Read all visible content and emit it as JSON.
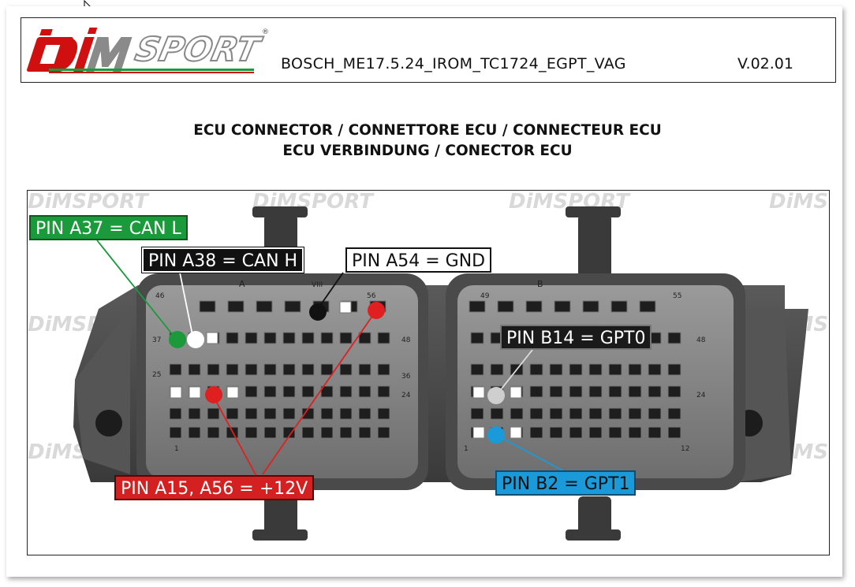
{
  "header": {
    "logo_text": "DiMSPORT",
    "document_title": "BOSCH_ME17.5.24_IROM_TC1724_EGPT_VAG",
    "version": "V.02.01"
  },
  "heading": {
    "line1": "ECU CONNECTOR / CONNETTORE ECU / CONNECTEUR ECU",
    "line2": "ECU VERBINDUNG / CONECTOR ECU"
  },
  "watermark_text": "DiMSPORT",
  "connector_marks": {
    "a_left_top": "46",
    "a_right_top": "56",
    "a_left_mid": "37",
    "a_right_mid": "48",
    "a_left_25": "25",
    "a_right_36": "36",
    "a_right_24": "24",
    "a_left_bottom": "1",
    "a_letter": "A",
    "a_viii": "VIII",
    "b_left_top": "49",
    "b_right_top": "55",
    "b_right_mid": "48",
    "b_right_24": "24",
    "b_left_bottom": "1",
    "b_right_bottom": "12",
    "b_letter": "B"
  },
  "pins": {
    "can_l": "PIN A37 = CAN L",
    "can_h": "PIN A38 = CAN H",
    "gnd": "PIN A54 = GND",
    "gpt0": "PIN B14 = GPT0",
    "plus12v": "PIN A15, A56 = +12V",
    "gpt1": "PIN B2 = GPT1"
  },
  "colors": {
    "can_l": "#1a9a3a",
    "can_h": "#ffffff",
    "gnd": "#111111",
    "plus12v": "#e02020",
    "gpt0": "#cfcfcf",
    "gpt1": "#1a9ad8",
    "logo_red": "#d01010"
  },
  "icons": [
    "mouse-cursor-icon",
    "dimsport-logo"
  ]
}
